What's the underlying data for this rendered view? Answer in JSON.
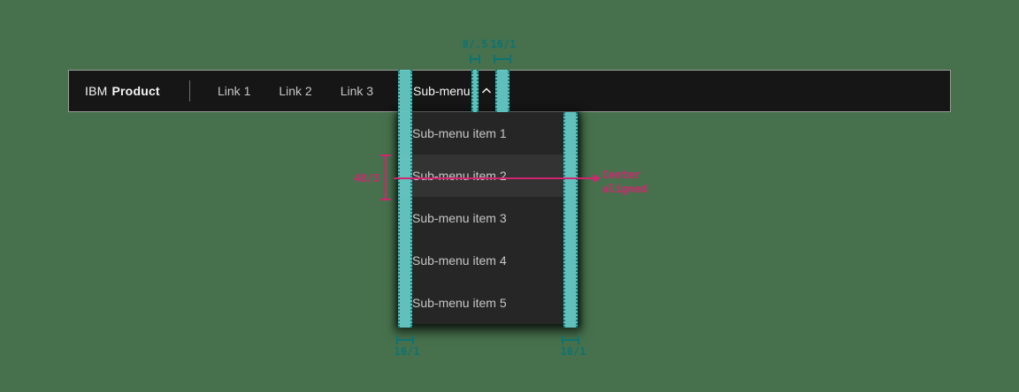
{
  "header": {
    "brand": {
      "prefix": "IBM",
      "name": "Product"
    },
    "links": [
      {
        "label": "Link 1"
      },
      {
        "label": "Link 2"
      },
      {
        "label": "Link 3"
      }
    ],
    "submenu": {
      "label": "Sub-menu",
      "state": "expanded",
      "chevron_icon": "chevron-up"
    }
  },
  "dropdown": {
    "items": [
      {
        "label": "Sub-menu item 1",
        "state": "default"
      },
      {
        "label": "Sub-menu item 2",
        "state": "hover"
      },
      {
        "label": "Sub-menu item 3",
        "state": "default"
      },
      {
        "label": "Sub-menu item 4",
        "state": "default"
      },
      {
        "label": "Sub-menu item 5",
        "state": "default"
      }
    ]
  },
  "annotations": {
    "spacing_top_small": "8/.5",
    "spacing_top_large": "16/1",
    "spacing_bottom_left": "16/1",
    "spacing_bottom_right": "16/1",
    "item_height": "48/3",
    "alignment_note": [
      "Center",
      "aligned"
    ]
  },
  "colors": {
    "canvas_background": "#47714d",
    "header_background": "#161616",
    "menu_background": "#262626",
    "menu_hover_background": "#333333",
    "teal_highlight": "#66ccc8",
    "teal_annotation": "#0c7373",
    "magenta_annotation": "#d02670",
    "header_text": "#f4f4f4",
    "link_text": "#c6c6c6"
  }
}
